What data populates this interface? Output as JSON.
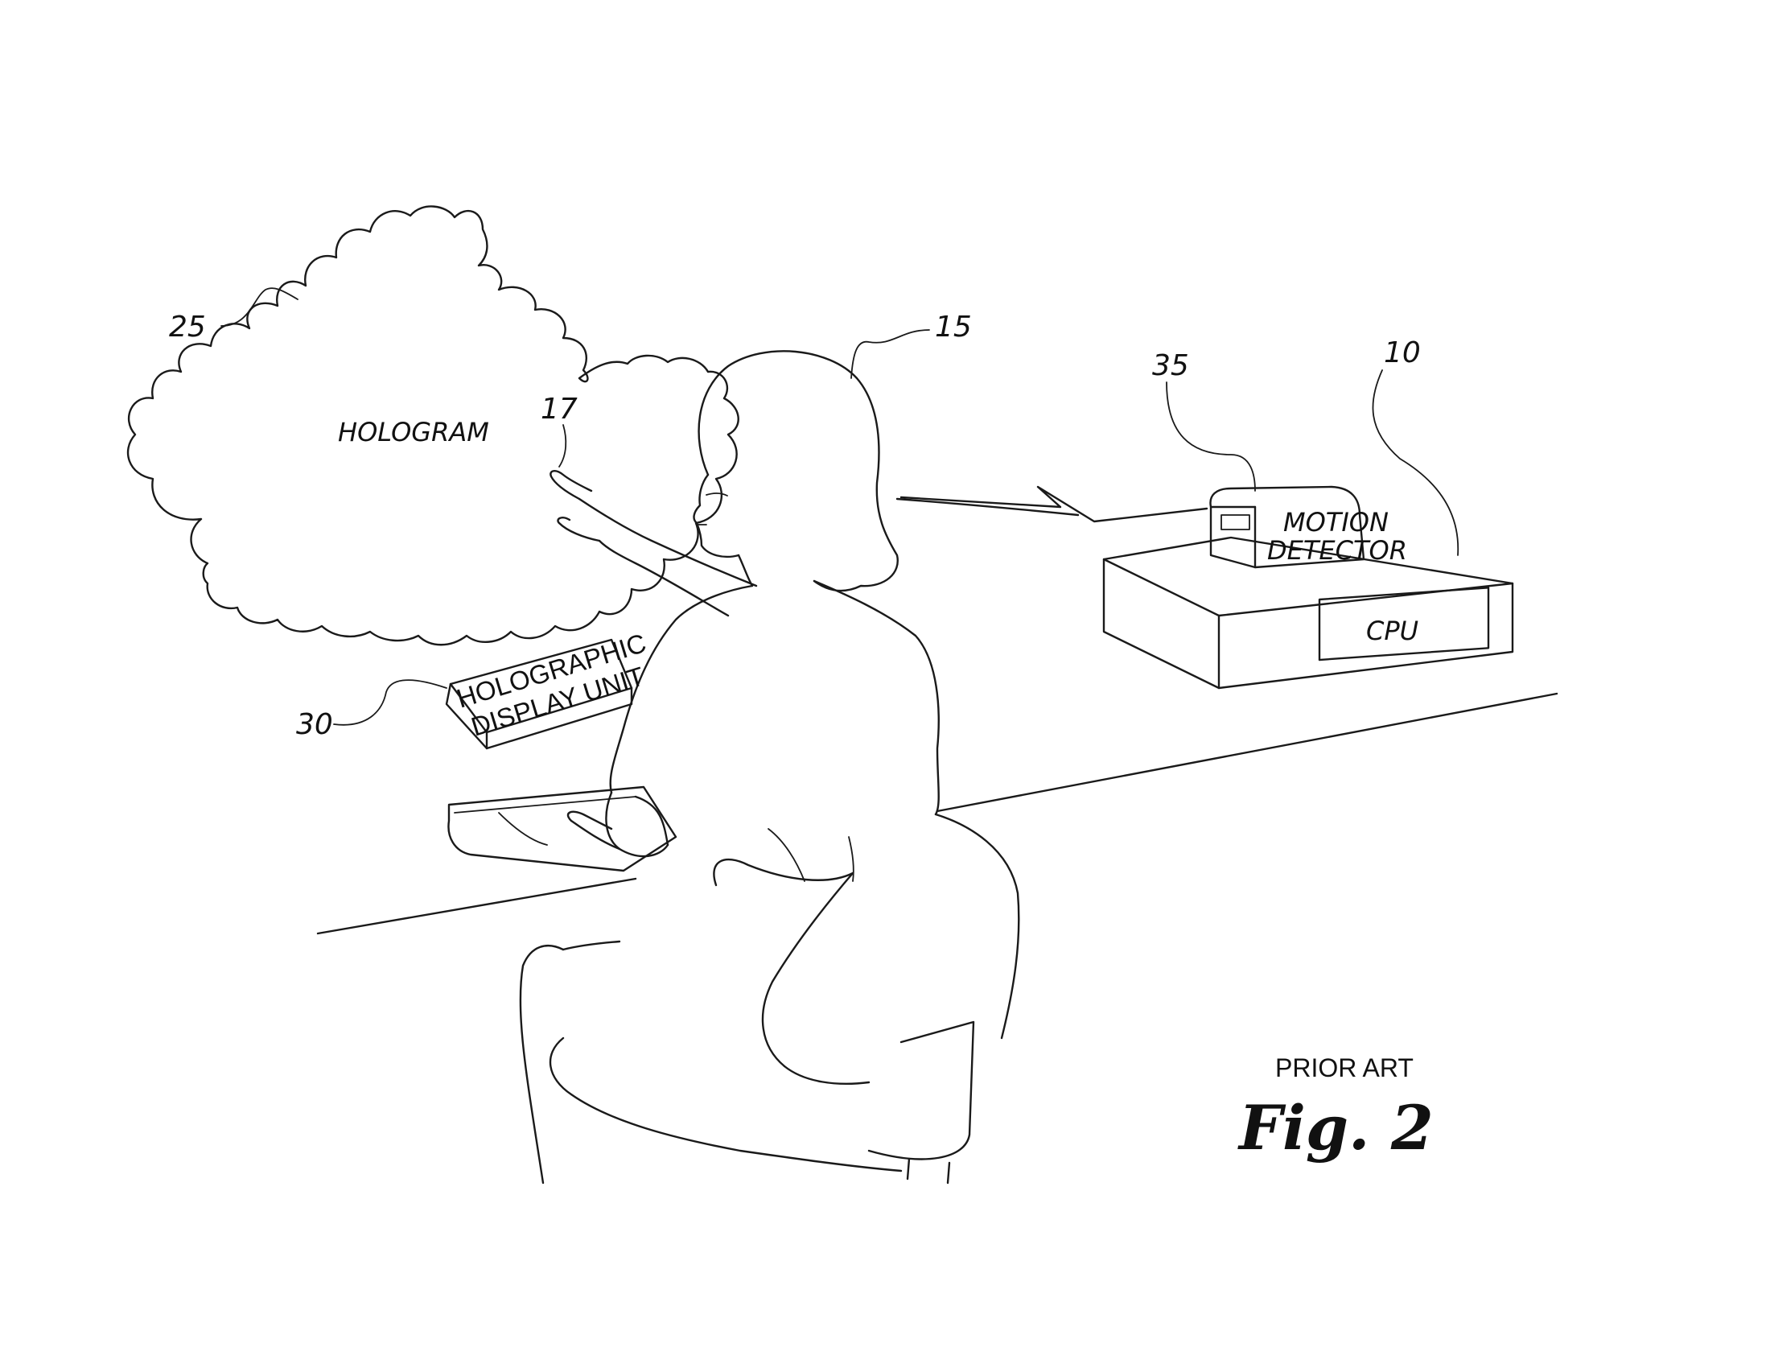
{
  "figure": {
    "caption_status": "PRIOR ART",
    "caption_title": "Fig. 2"
  },
  "hologram": {
    "label": "HOLOGRAM",
    "ref": "25"
  },
  "user": {
    "ref": "15",
    "finger_ref": "17"
  },
  "holographic_display_unit": {
    "label_line1": "HOLOGRAPHIC",
    "label_line2": "DISPLAY UNIT",
    "ref": "30"
  },
  "motion_detector": {
    "label_line1": "MOTION",
    "label_line2": "DETECTOR",
    "ref": "35"
  },
  "cpu": {
    "label": "CPU",
    "ref": "10"
  }
}
